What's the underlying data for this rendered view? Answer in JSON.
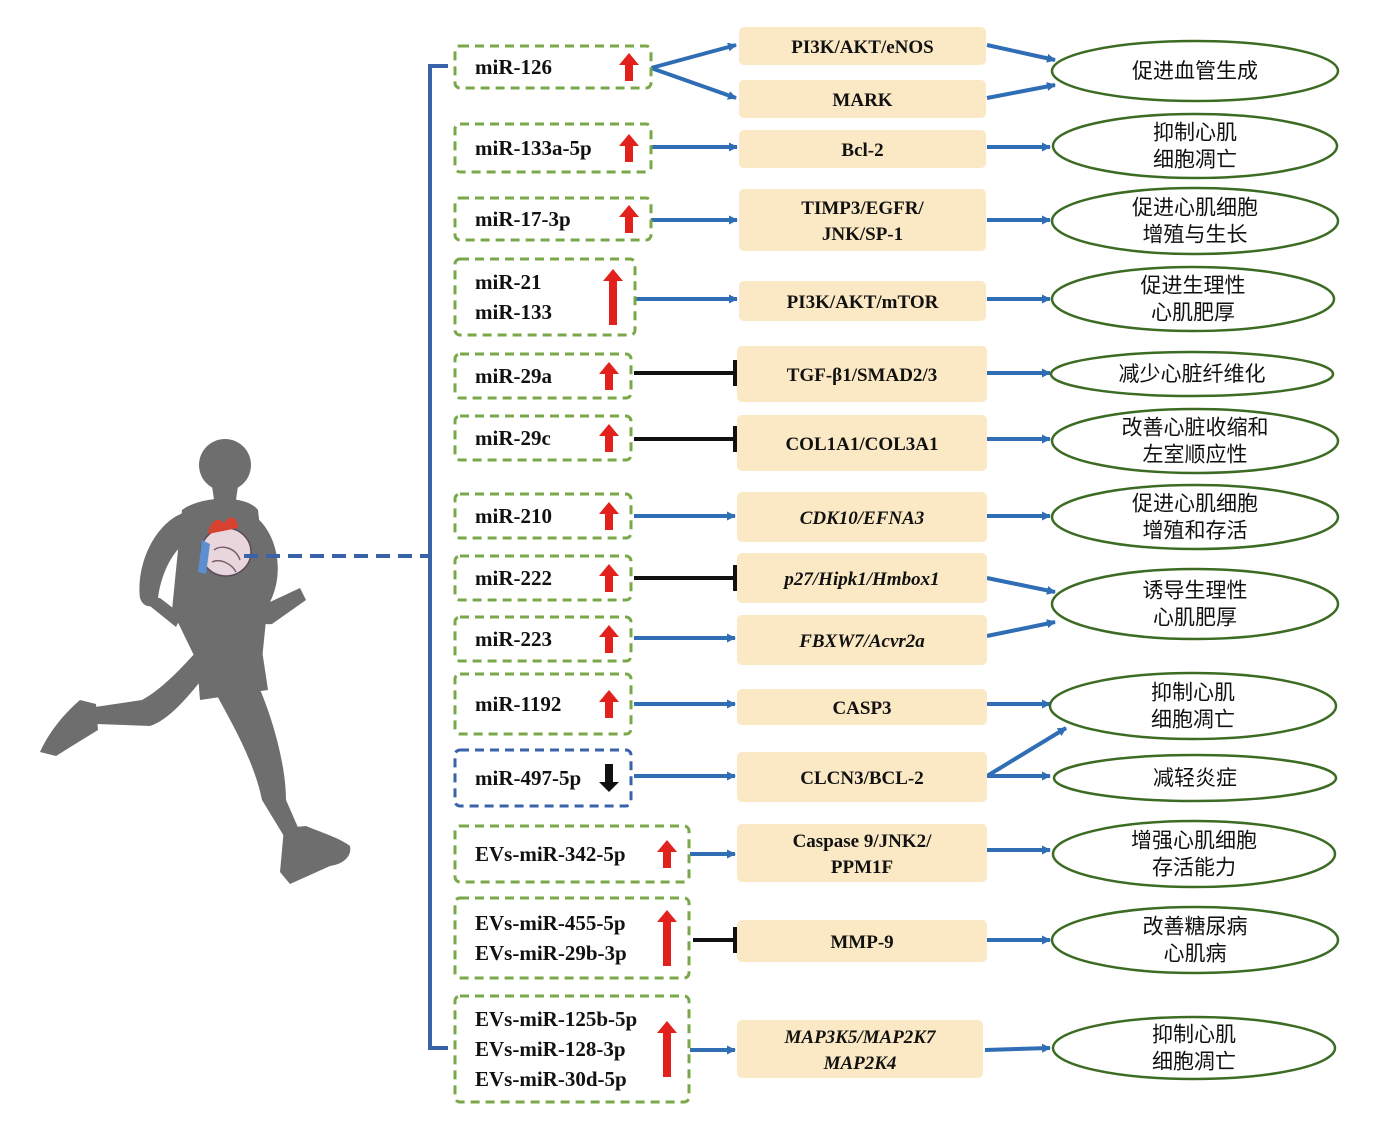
{
  "colors": {
    "line_blue": "#2f6db5",
    "dash_green": "#78a848",
    "dash_blue": "#3a62a8",
    "target_fill": "#fbe8c4",
    "ellipse_stroke": "#3c6b23",
    "arrow_up_red": "#e3211c",
    "arrow_down_black": "#111111",
    "runner_gray": "#6e6e6e"
  },
  "icons": {
    "runner": "runner-silhouette-icon",
    "heart": "heart-icon"
  },
  "mirnas": [
    {
      "id": "mir126",
      "lines": [
        "miR-126"
      ],
      "direction": "up"
    },
    {
      "id": "mir133a",
      "lines": [
        "miR-133a-5p"
      ],
      "direction": "up"
    },
    {
      "id": "mir17",
      "lines": [
        "miR-17-3p"
      ],
      "direction": "up"
    },
    {
      "id": "mir21",
      "lines": [
        "miR-21",
        "miR-133"
      ],
      "direction": "up"
    },
    {
      "id": "mir29a",
      "lines": [
        "miR-29a"
      ],
      "direction": "up"
    },
    {
      "id": "mir29c",
      "lines": [
        "miR-29c"
      ],
      "direction": "up"
    },
    {
      "id": "mir210",
      "lines": [
        "miR-210"
      ],
      "direction": "up"
    },
    {
      "id": "mir222",
      "lines": [
        "miR-222"
      ],
      "direction": "up"
    },
    {
      "id": "mir223",
      "lines": [
        "miR-223"
      ],
      "direction": "up"
    },
    {
      "id": "mir1192",
      "lines": [
        "miR-1192"
      ],
      "direction": "up"
    },
    {
      "id": "mir497",
      "lines": [
        "miR-497-5p"
      ],
      "direction": "down"
    },
    {
      "id": "ev342",
      "lines": [
        "EVs-miR-342-5p"
      ],
      "direction": "up"
    },
    {
      "id": "ev455",
      "lines": [
        "EVs-miR-455-5p",
        "EVs-miR-29b-3p"
      ],
      "direction": "up"
    },
    {
      "id": "ev125",
      "lines": [
        "EVs-miR-125b-5p",
        "EVs-miR-128-3p",
        "EVs-miR-30d-5p"
      ],
      "direction": "up"
    }
  ],
  "targets": [
    {
      "id": "t_pi3k_enos",
      "lines": [
        "PI3K/AKT/eNOS"
      ],
      "italic": false
    },
    {
      "id": "t_mark",
      "lines": [
        "MARK"
      ],
      "italic": false
    },
    {
      "id": "t_bcl2",
      "lines": [
        "Bcl-2"
      ],
      "italic": false
    },
    {
      "id": "t_timp3",
      "lines": [
        "TIMP3/EGFR/",
        "JNK/SP-1"
      ],
      "italic": false
    },
    {
      "id": "t_mtor",
      "lines": [
        "PI3K/AKT/mTOR"
      ],
      "italic": false
    },
    {
      "id": "t_tgf",
      "lines": [
        "TGF-β1/SMAD2/3"
      ],
      "italic": false
    },
    {
      "id": "t_col",
      "lines": [
        "COL1A1/COL3A1"
      ],
      "italic": false
    },
    {
      "id": "t_cdk",
      "lines": [
        "CDK10/EFNA3"
      ],
      "italic": true
    },
    {
      "id": "t_p27",
      "lines": [
        "p27/Hipk1/Hmbox1"
      ],
      "italic": true
    },
    {
      "id": "t_fbxw",
      "lines": [
        "FBXW7/Acvr2a"
      ],
      "italic": true
    },
    {
      "id": "t_casp3",
      "lines": [
        "CASP3"
      ],
      "italic": false
    },
    {
      "id": "t_clcn3",
      "lines": [
        "CLCN3/BCL-2"
      ],
      "italic": false
    },
    {
      "id": "t_casp9",
      "lines": [
        "Caspase 9/JNK2/",
        "PPM1F"
      ],
      "italic": false
    },
    {
      "id": "t_mmp9",
      "lines": [
        "MMP-9"
      ],
      "italic": false
    },
    {
      "id": "t_map3k5",
      "lines": [
        "MAP3K5/MAP2K7",
        "MAP2K4"
      ],
      "italic": true
    }
  ],
  "effects": [
    {
      "id": "e1",
      "lines": [
        "促进血管生成"
      ]
    },
    {
      "id": "e2",
      "lines": [
        "抑制心肌",
        "细胞凋亡"
      ]
    },
    {
      "id": "e3",
      "lines": [
        "促进心肌细胞",
        "增殖与生长"
      ]
    },
    {
      "id": "e4",
      "lines": [
        "促进生理性",
        "心肌肥厚"
      ]
    },
    {
      "id": "e5",
      "lines": [
        "减少心脏纤维化"
      ]
    },
    {
      "id": "e6",
      "lines": [
        "改善心脏收缩和",
        "左室顺应性"
      ]
    },
    {
      "id": "e7",
      "lines": [
        "促进心肌细胞",
        "增殖和存活"
      ]
    },
    {
      "id": "e8",
      "lines": [
        "诱导生理性",
        "心肌肥厚"
      ]
    },
    {
      "id": "e9",
      "lines": [
        "抑制心肌",
        "细胞凋亡"
      ]
    },
    {
      "id": "e10",
      "lines": [
        "减轻炎症"
      ]
    },
    {
      "id": "e11",
      "lines": [
        "增强心肌细胞",
        "存活能力"
      ]
    },
    {
      "id": "e12",
      "lines": [
        "改善糖尿病",
        "心肌病"
      ]
    },
    {
      "id": "e13",
      "lines": [
        "抑制心肌",
        "细胞凋亡"
      ]
    }
  ],
  "links": [
    {
      "from": "mir126",
      "to": "t_pi3k_enos",
      "kind": "activate"
    },
    {
      "from": "mir126",
      "to": "t_mark",
      "kind": "activate"
    },
    {
      "from": "t_pi3k_enos",
      "to": "e1",
      "kind": "activate"
    },
    {
      "from": "t_mark",
      "to": "e1",
      "kind": "activate"
    },
    {
      "from": "mir133a",
      "to": "t_bcl2",
      "kind": "activate"
    },
    {
      "from": "t_bcl2",
      "to": "e2",
      "kind": "activate"
    },
    {
      "from": "mir17",
      "to": "t_timp3",
      "kind": "activate"
    },
    {
      "from": "t_timp3",
      "to": "e3",
      "kind": "activate"
    },
    {
      "from": "mir21",
      "to": "t_mtor",
      "kind": "activate"
    },
    {
      "from": "t_mtor",
      "to": "e4",
      "kind": "activate"
    },
    {
      "from": "mir29a",
      "to": "t_tgf",
      "kind": "inhibit"
    },
    {
      "from": "t_tgf",
      "to": "e5",
      "kind": "activate"
    },
    {
      "from": "mir29c",
      "to": "t_col",
      "kind": "inhibit"
    },
    {
      "from": "t_col",
      "to": "e6",
      "kind": "activate"
    },
    {
      "from": "mir210",
      "to": "t_cdk",
      "kind": "activate"
    },
    {
      "from": "t_cdk",
      "to": "e7",
      "kind": "activate"
    },
    {
      "from": "mir222",
      "to": "t_p27",
      "kind": "inhibit"
    },
    {
      "from": "t_p27",
      "to": "e8",
      "kind": "activate"
    },
    {
      "from": "mir223",
      "to": "t_fbxw",
      "kind": "activate"
    },
    {
      "from": "t_fbxw",
      "to": "e8",
      "kind": "activate"
    },
    {
      "from": "mir1192",
      "to": "t_casp3",
      "kind": "activate"
    },
    {
      "from": "t_casp3",
      "to": "e9",
      "kind": "activate"
    },
    {
      "from": "mir497",
      "to": "t_clcn3",
      "kind": "activate"
    },
    {
      "from": "t_clcn3",
      "to": "e9",
      "kind": "activate"
    },
    {
      "from": "t_clcn3",
      "to": "e10",
      "kind": "activate"
    },
    {
      "from": "ev342",
      "to": "t_casp9",
      "kind": "activate"
    },
    {
      "from": "t_casp9",
      "to": "e11",
      "kind": "activate"
    },
    {
      "from": "ev455",
      "to": "t_mmp9",
      "kind": "inhibit"
    },
    {
      "from": "t_mmp9",
      "to": "e12",
      "kind": "activate"
    },
    {
      "from": "ev125",
      "to": "t_map3k5",
      "kind": "activate"
    },
    {
      "from": "t_map3k5",
      "to": "e13",
      "kind": "activate"
    }
  ]
}
